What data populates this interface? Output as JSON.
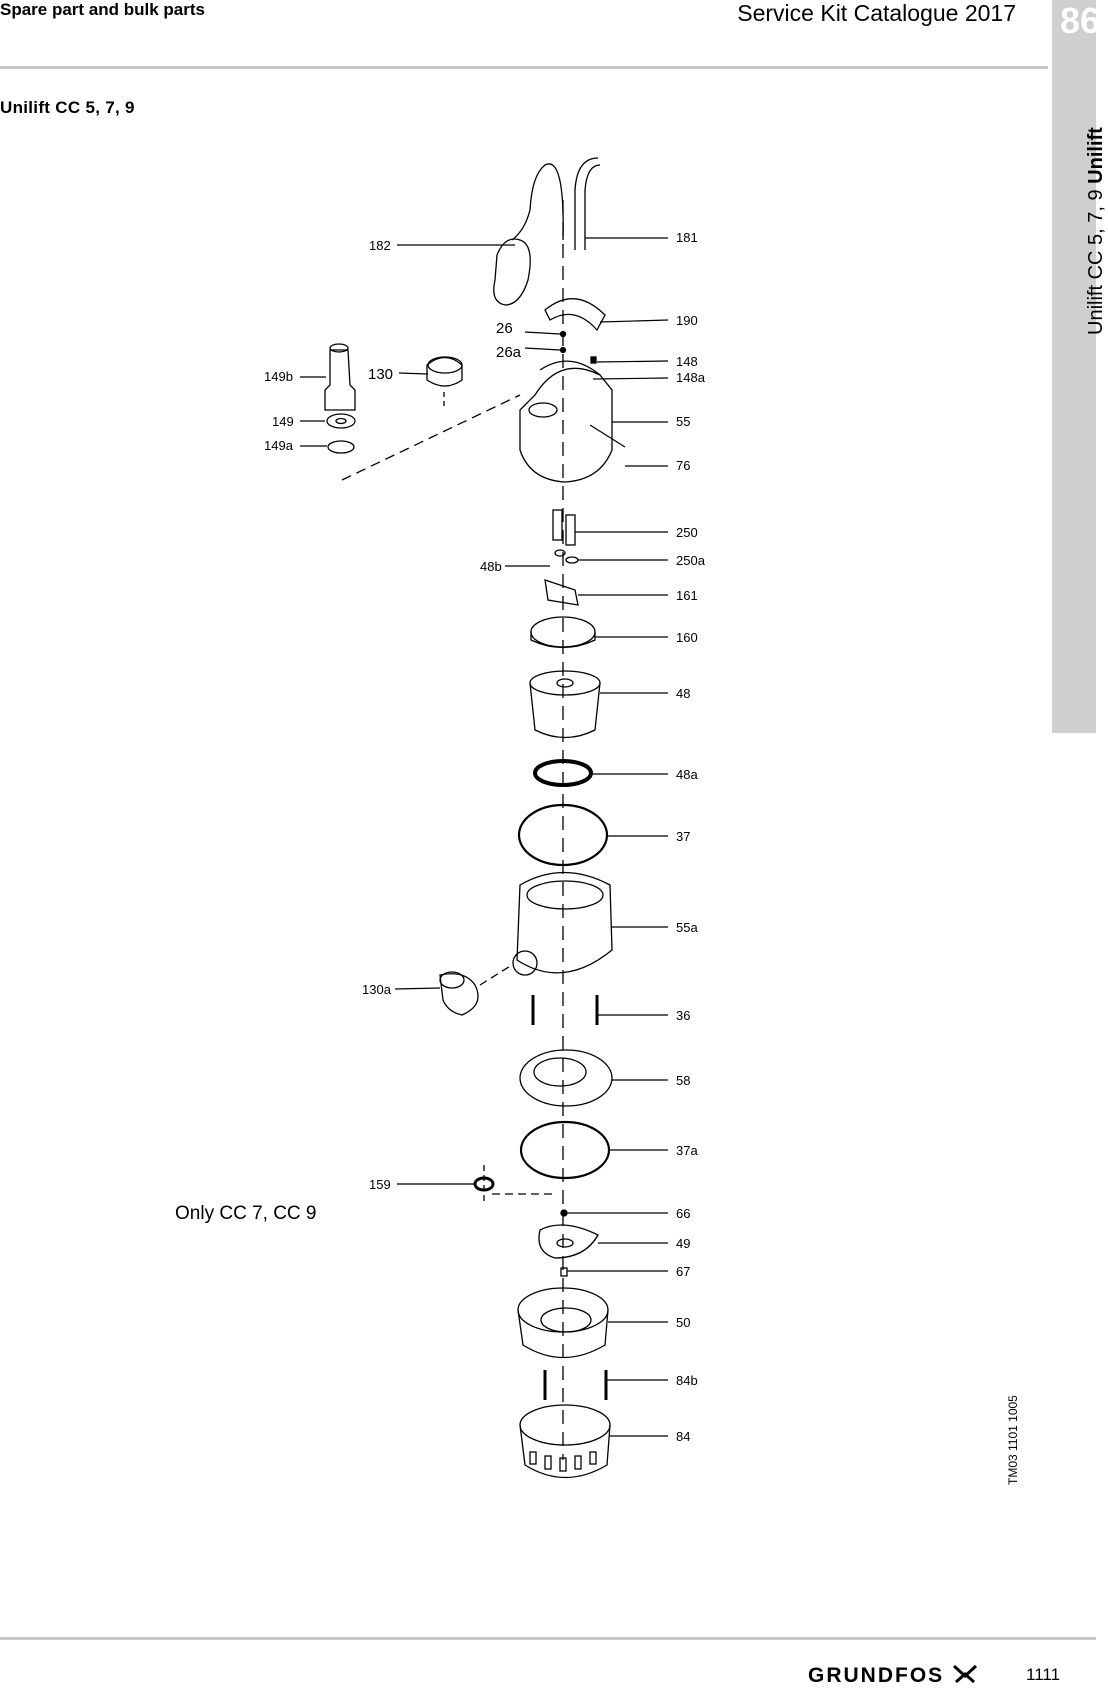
{
  "header": {
    "section": "Spare part and bulk parts",
    "catalogue": "Service Kit Catalogue 2017",
    "tab_number": "86",
    "side_tab_prefix": "Unilift CC 5, 7, 9",
    "side_tab_bold": "Unilift"
  },
  "title": "Unilift CC 5, 7, 9",
  "note": "Only CC 7, CC 9",
  "drawing_id": "TM03 1101 1005",
  "labels": {
    "l182": "182",
    "l181": "181",
    "l190": "190",
    "l26": "26",
    "l26a": "26a",
    "l148": "148",
    "l148a": "148a",
    "l149b": "149b",
    "l130": "130",
    "l149": "149",
    "l149a": "149a",
    "l55": "55",
    "l76": "76",
    "l250": "250",
    "l250a": "250a",
    "l48b": "48b",
    "l161": "161",
    "l160": "160",
    "l48": "48",
    "l48a": "48a",
    "l37": "37",
    "l55a": "55a",
    "l130a": "130a",
    "l36": "36",
    "l58": "58",
    "l37a": "37a",
    "l159": "159",
    "l66": "66",
    "l49": "49",
    "l67": "67",
    "l50": "50",
    "l84b": "84b",
    "l84": "84"
  },
  "footer": {
    "brand": "GRUNDFOS",
    "page": "1111"
  }
}
